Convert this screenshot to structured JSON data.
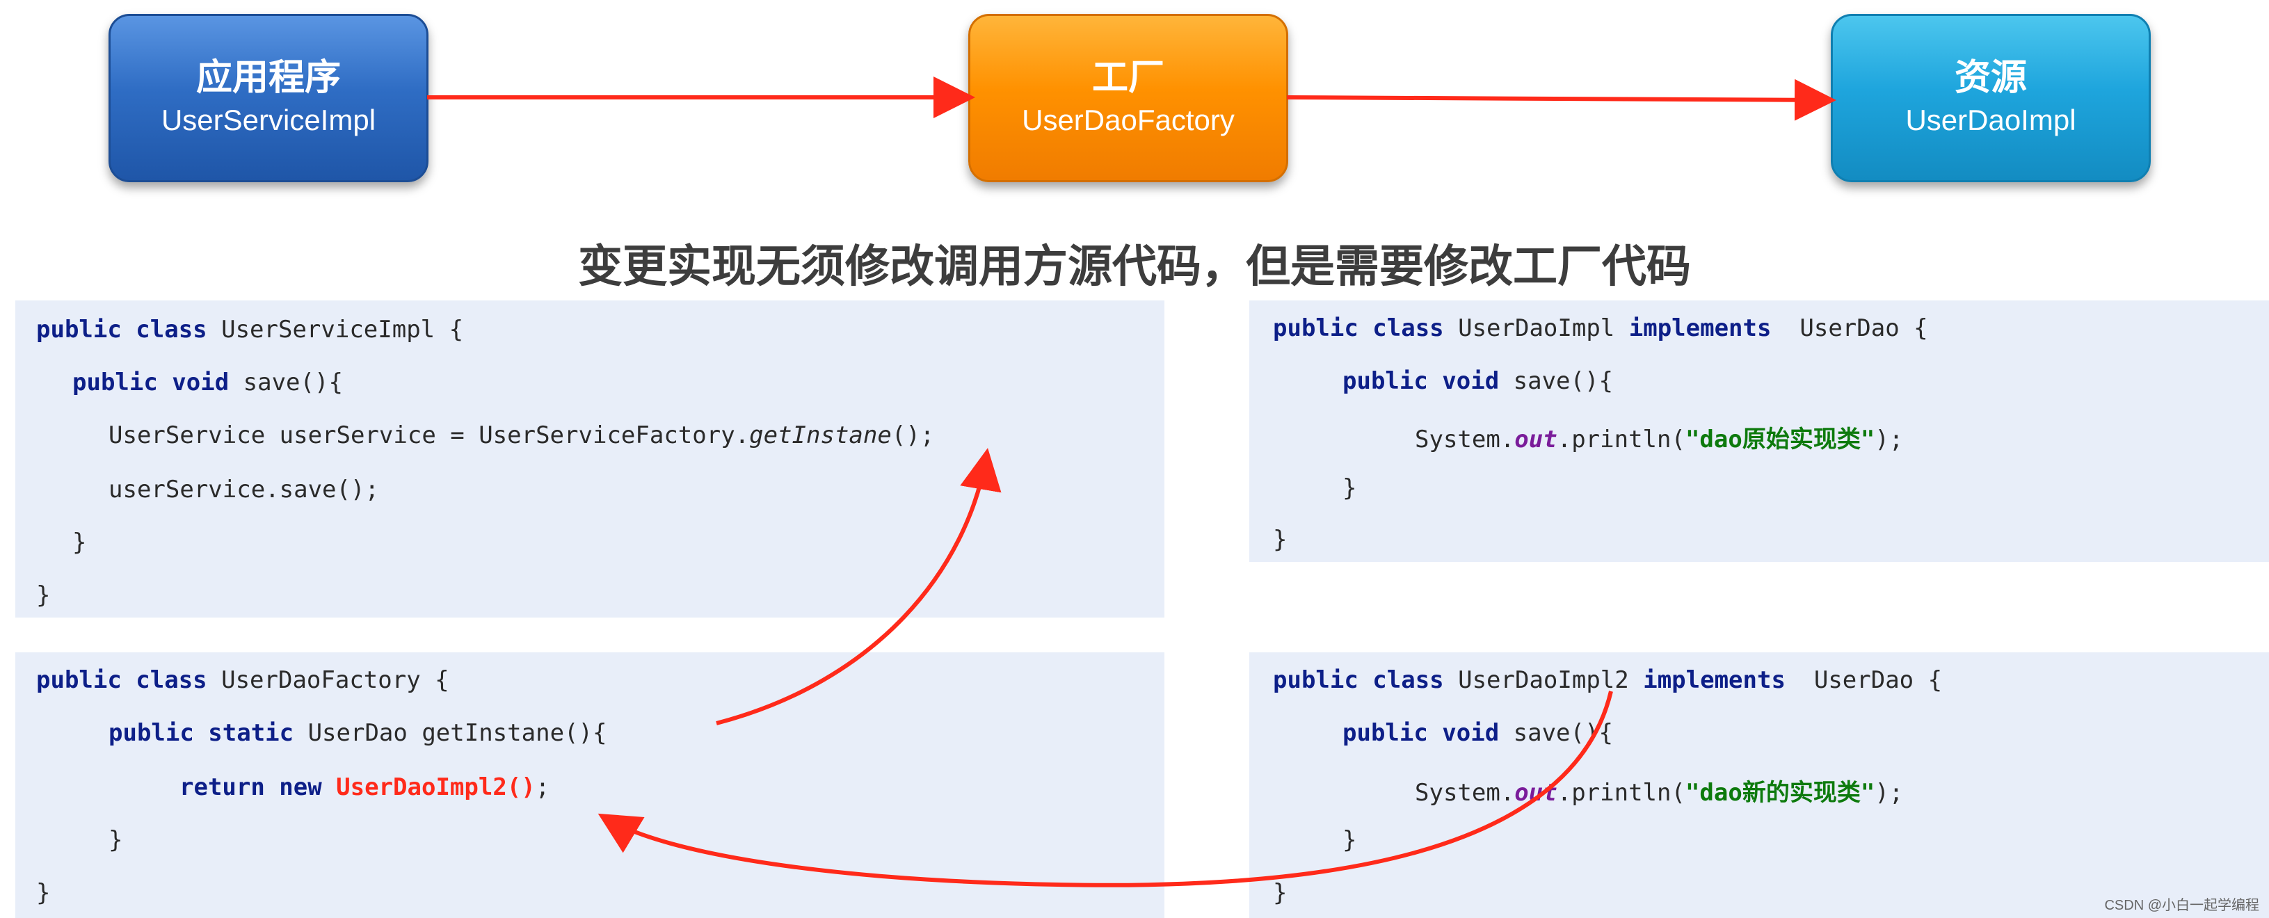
{
  "boxes": {
    "app": {
      "title": "应用程序",
      "subtitle": "UserServiceImpl"
    },
    "factory": {
      "title": "工厂",
      "subtitle": "UserDaoFactory"
    },
    "resource": {
      "title": "资源",
      "subtitle": "UserDaoImpl"
    }
  },
  "heading": "变更实现无须修改调用方源代码，但是需要修改工厂代码",
  "code": {
    "service": {
      "l1_kw": "public class",
      "l1_rest": " UserServiceImpl {",
      "l2_kw": "public void",
      "l2_rest": " save(){",
      "l3_a": "UserService userService = UserServiceFactory.",
      "l3_it": "getInstane",
      "l3_b": "();",
      "l4": "userService.save();",
      "l5": "}",
      "l6": "}"
    },
    "factory": {
      "l1_kw": "public class",
      "l1_rest": " UserDaoFactory {",
      "l2_kw": "public static",
      "l2_rest": " UserDao getInstane(){",
      "l3_kw": "return new",
      "l3_red": " UserDaoImpl2()",
      "l3_end": ";",
      "l4": "}",
      "l5": "}"
    },
    "daoimpl": {
      "l1_kw": "public class",
      "l1_mid": " UserDaoImpl ",
      "l1_kw2": "implements",
      "l1_rest": "  UserDao {",
      "l2_kw": "public void",
      "l2_rest": " save(){",
      "l3_a": "System.",
      "l3_out": "out",
      "l3_b": ".println(",
      "l3_str": "\"dao原始实现类\"",
      "l3_c": ");",
      "l4": "}",
      "l5": "}"
    },
    "daoimpl2": {
      "l1_kw": "public class",
      "l1_mid": " UserDaoImpl2 ",
      "l1_kw2": "implements",
      "l1_rest": "  UserDao {",
      "l2_kw": "public void",
      "l2_rest": " save(){",
      "l3_a": "System.",
      "l3_out": "out",
      "l3_b": ".println(",
      "l3_str": "\"dao新的实现类\"",
      "l3_c": ");",
      "l4": "}",
      "l5": "}"
    }
  },
  "watermark": "CSDN @小白一起学编程",
  "colors": {
    "arrow": "#ff2a1a",
    "app": "#2f6dc4",
    "factory": "#ff9100",
    "resource": "#1ea5dd"
  }
}
